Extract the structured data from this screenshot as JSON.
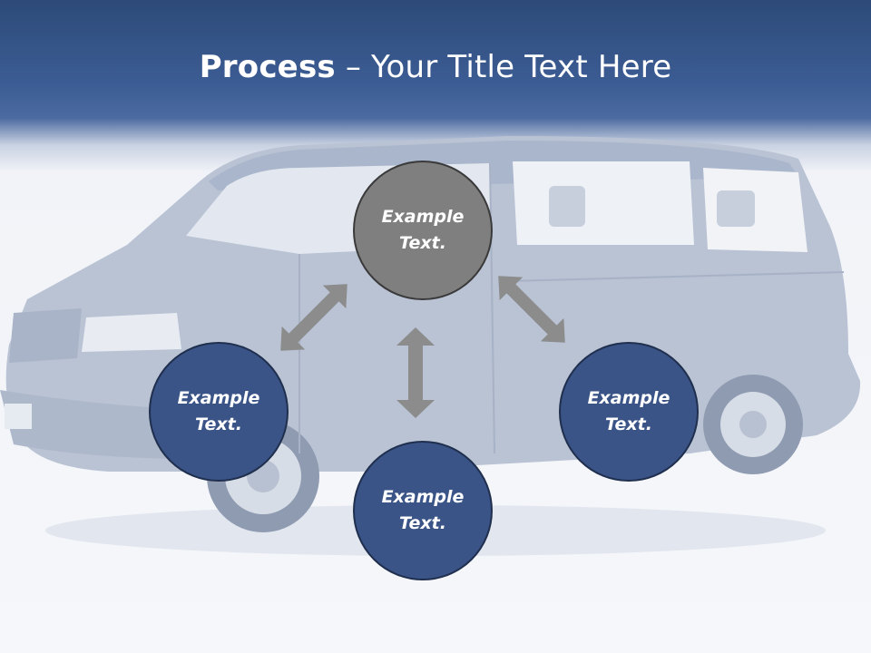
{
  "title": {
    "bold": "Process",
    "rest": " – Your Title Text Here"
  },
  "nodes": {
    "top": {
      "line1": "Example",
      "line2": "Text."
    },
    "left": {
      "line1": "Example",
      "line2": "Text."
    },
    "right": {
      "line1": "Example",
      "line2": "Text."
    },
    "bottom": {
      "line1": "Example",
      "line2": "Text."
    }
  },
  "colors": {
    "header": "#3c5d95",
    "node_gray": "#7f7f7f",
    "node_blue": "#3a5488",
    "arrow": "#8c8c8c"
  }
}
